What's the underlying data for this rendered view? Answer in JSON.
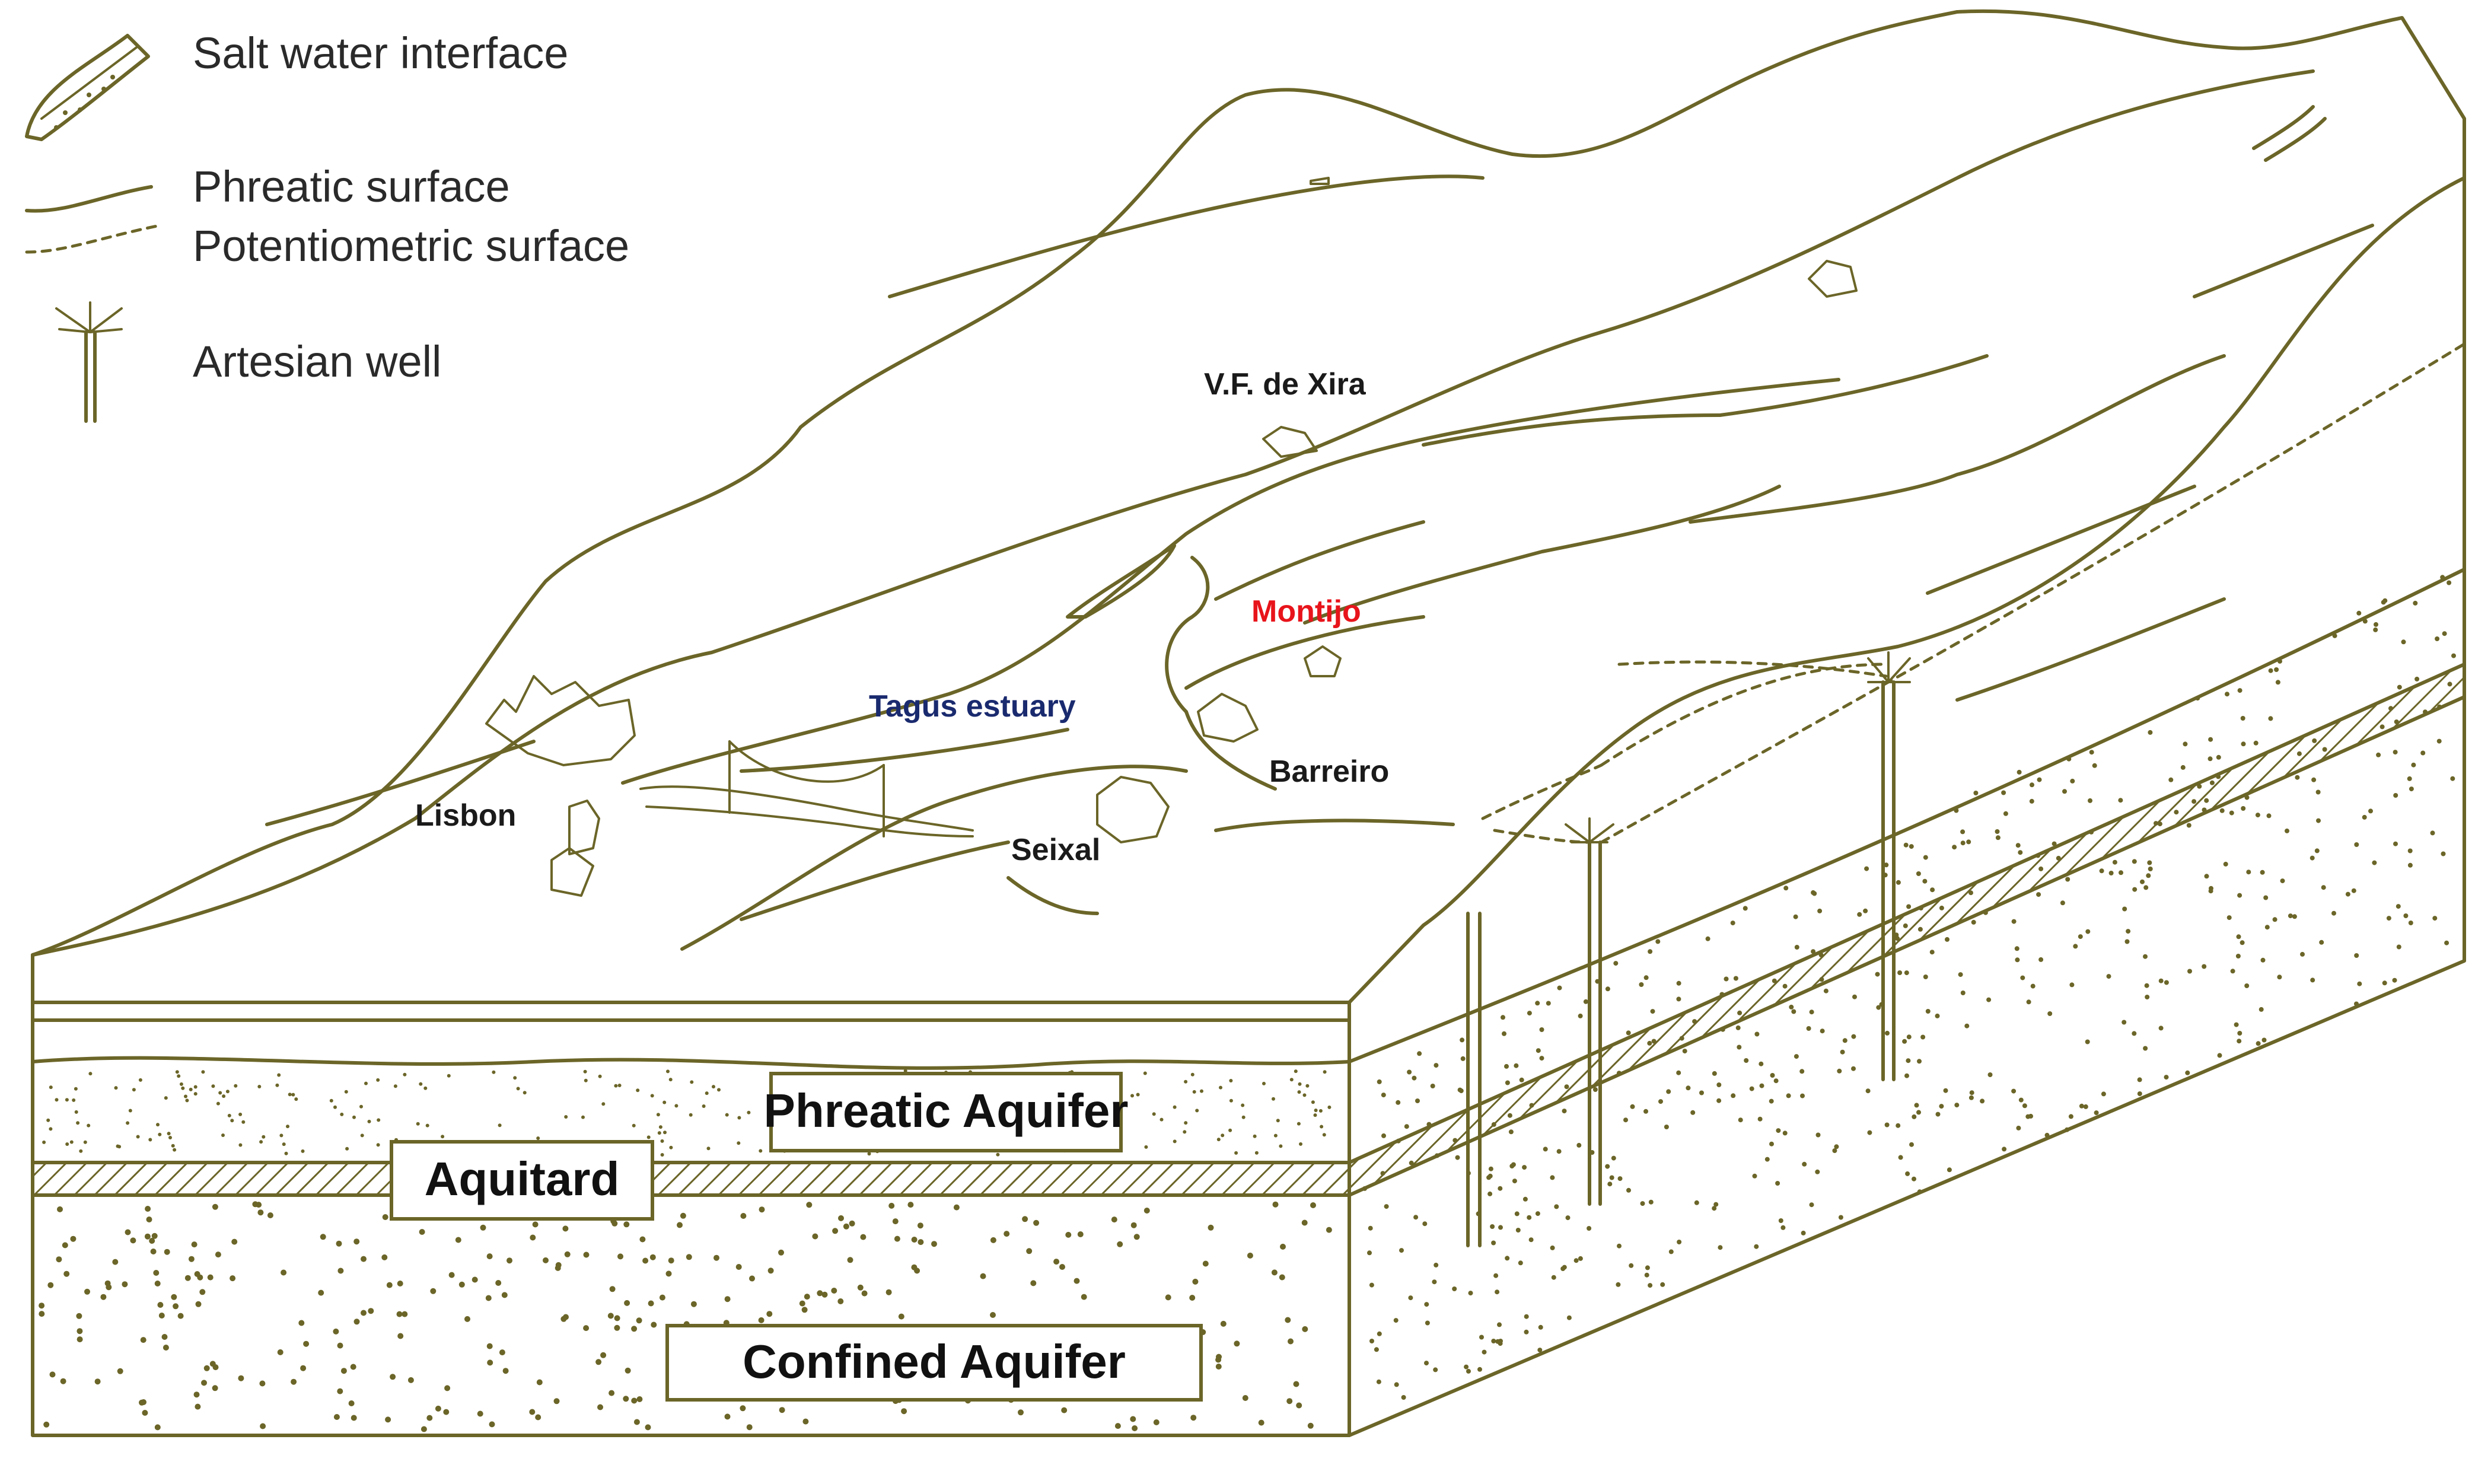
{
  "legend": {
    "salt_water": "Salt water interface",
    "phreatic": "Phreatic surface",
    "potentiometric": "Potentiometric surface",
    "artesian": "Artesian well"
  },
  "places": {
    "vf_xira": "V.F. de Xira",
    "montijo": "Montijo",
    "tagus": "Tagus estuary",
    "barreiro": "Barreiro",
    "lisbon": "Lisbon",
    "seixal": "Seixal"
  },
  "layers": {
    "phreatic": "Phreatic Aquifer",
    "aquitard": "Aquitard",
    "confined": "Confined Aquifer"
  },
  "colors": {
    "ink": "#6b6528",
    "montijo": "#e8141b",
    "tagus": "#1a2a6e"
  }
}
